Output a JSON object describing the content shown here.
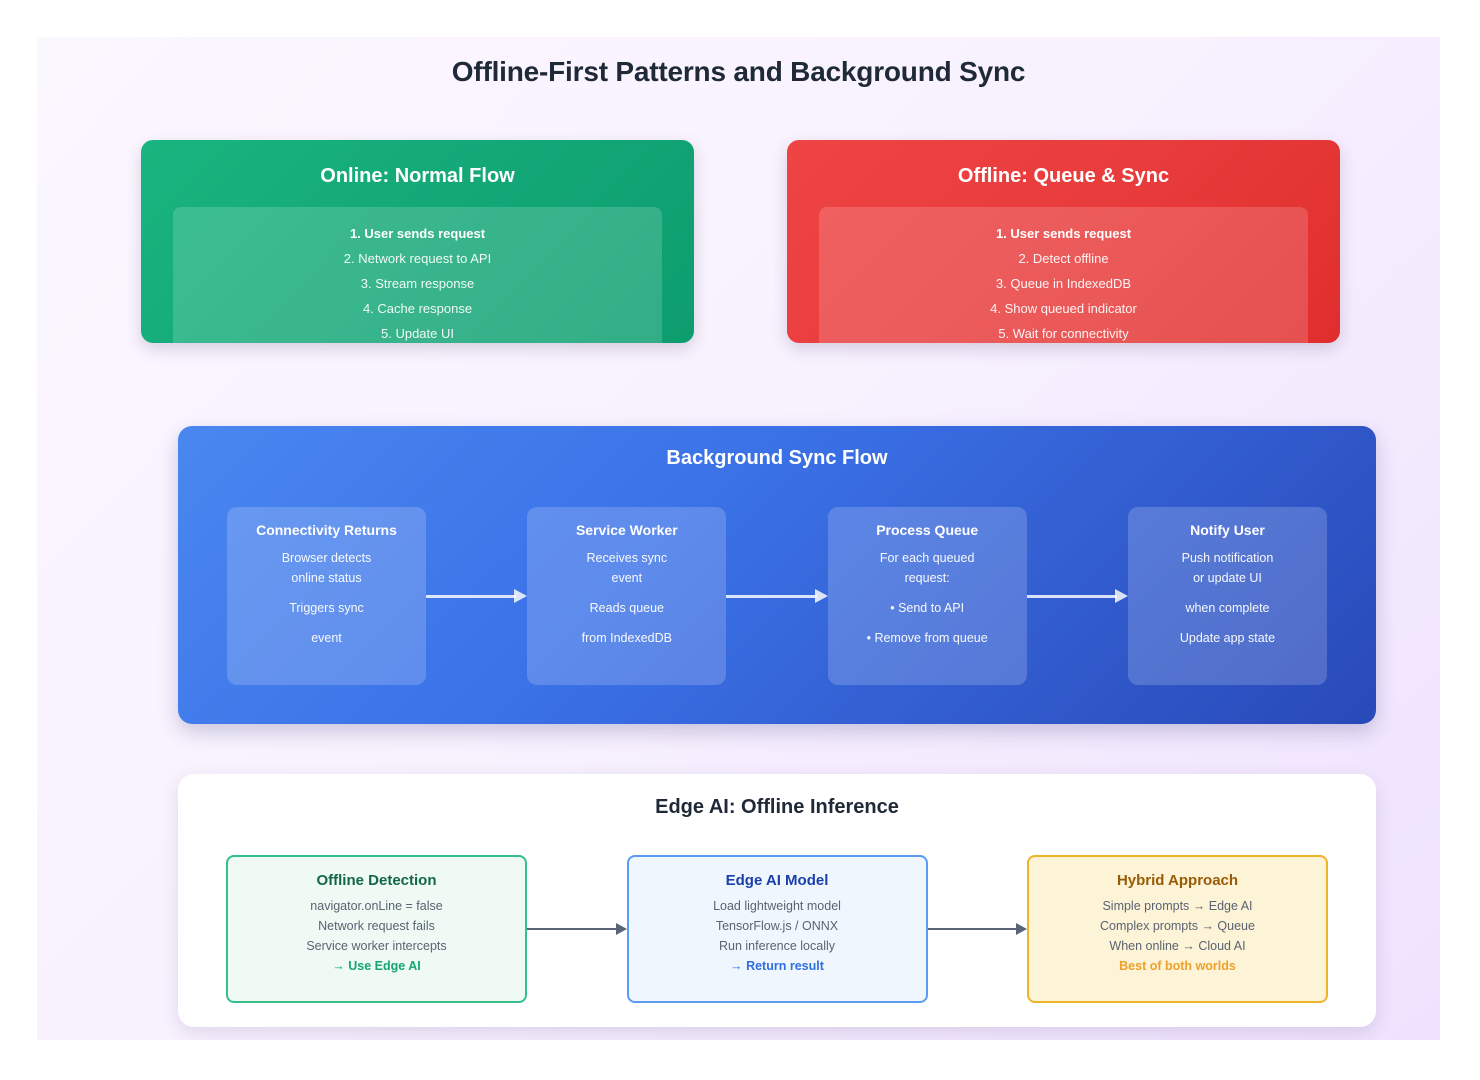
{
  "page": {
    "title": "Offline-First Patterns and Background Sync",
    "background_color": "#f8f2fe"
  },
  "state_cards": [
    {
      "id": "online",
      "title": "Online: Normal Flow",
      "color": "#14a877",
      "steps": [
        "1. User sends request",
        "2. Network request to API",
        "3. Stream response",
        "4. Cache response",
        "5. Update UI"
      ]
    },
    {
      "id": "offline",
      "title": "Offline: Queue & Sync",
      "color": "#e93c3c",
      "steps": [
        "1. User sends request",
        "2. Detect offline",
        "3. Queue in IndexedDB",
        "4. Show queued indicator",
        "5. Wait for connectivity"
      ]
    }
  ],
  "sync_flow": {
    "title": "Background Sync Flow",
    "color": "#3b72e8",
    "steps": [
      {
        "title": "Connectivity Returns",
        "lines": [
          "Browser detects\nonline status",
          "Triggers sync",
          "event"
        ]
      },
      {
        "title": "Service Worker",
        "lines": [
          "Receives sync\nevent",
          "Reads queue",
          "from IndexedDB"
        ]
      },
      {
        "title": "Process Queue",
        "lines": [
          "For each queued\nrequest:",
          "• Send to API",
          "• Remove from queue"
        ]
      },
      {
        "title": "Notify User",
        "lines": [
          "Push notification\nor update UI",
          "when complete",
          "Update app state"
        ]
      }
    ]
  },
  "edge_ai": {
    "title": "Edge AI: Offline Inference",
    "cards": [
      {
        "id": "offline-detection",
        "title": "Offline Detection",
        "color": "#34c08a",
        "lines": [
          "navigator.onLine = false",
          "Network request fails",
          "Service worker intercepts"
        ],
        "accent": "→ Use Edge AI"
      },
      {
        "id": "edge-ai-model",
        "title": "Edge AI Model",
        "color": "#5b9cf0",
        "lines": [
          "Load lightweight model",
          "TensorFlow.js / ONNX",
          "Run inference locally"
        ],
        "accent": "→ Return result"
      },
      {
        "id": "hybrid-approach",
        "title": "Hybrid Approach",
        "color": "#eeb427",
        "lines": [
          "Simple prompts → Edge AI",
          "Complex prompts → Queue",
          "When online → Cloud AI"
        ],
        "accent": "Best of both worlds"
      }
    ]
  }
}
